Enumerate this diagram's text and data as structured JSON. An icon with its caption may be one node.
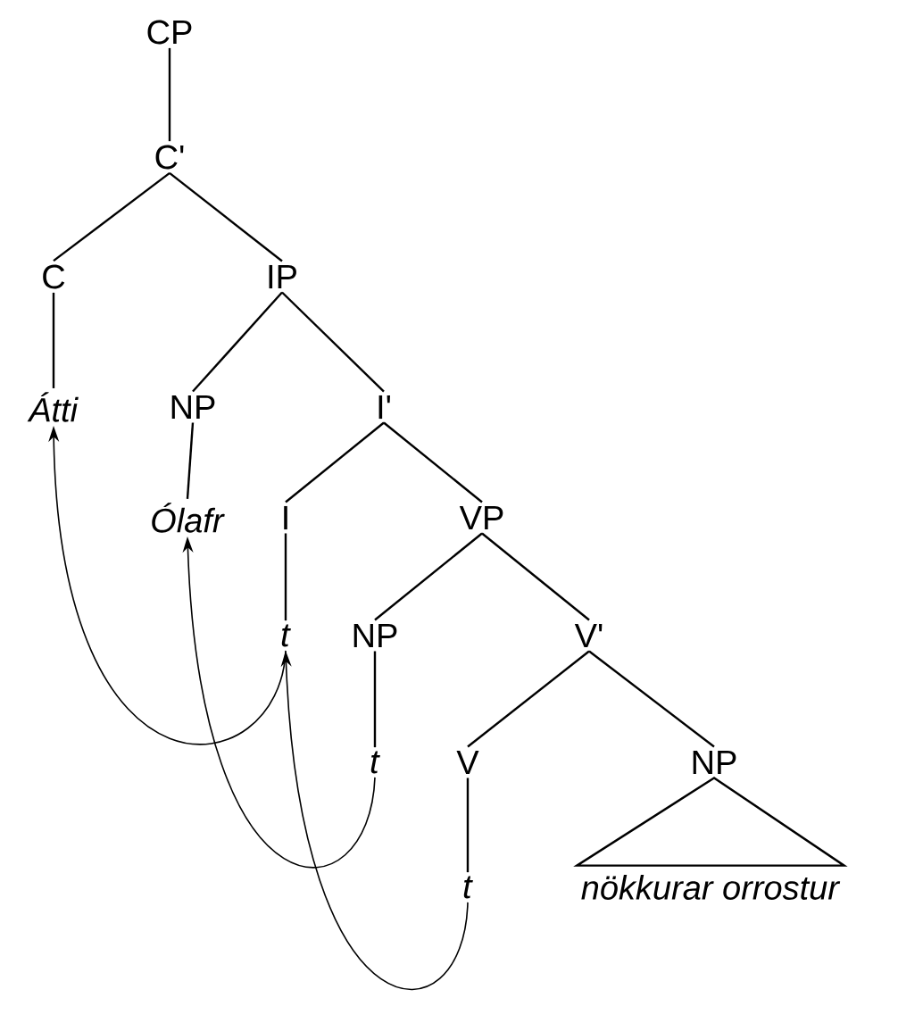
{
  "diagram": {
    "nodes": [
      {
        "text": [
          "CP"
        ]
      },
      {
        "text": [
          "C'"
        ]
      },
      {
        "text": [
          "C"
        ]
      },
      {
        "text": [
          "IP"
        ]
      },
      {
        "text": [
          "*Átti*"
        ]
      },
      {
        "text": [
          "NP"
        ]
      },
      {
        "text": [
          "I'"
        ]
      },
      {
        "text": [
          "*Ólafr*"
        ]
      },
      {
        "text": [
          "I"
        ]
      },
      {
        "text": [
          "VP"
        ]
      },
      {
        "text": [
          "*t*"
        ]
      },
      {
        "text": [
          "NP"
        ]
      },
      {
        "text": [
          "V'"
        ]
      },
      {
        "text": [
          "*t*"
        ]
      },
      {
        "text": [
          "V"
        ]
      },
      {
        "text": [
          "NP"
        ]
      },
      {
        "text": [
          "*t*"
        ]
      },
      {
        "text": [
          "*nökkurar orrostur*"
        ]
      }
    ],
    "edges": [
      {
        "from": 0,
        "to": 1,
        "arrow": "none"
      },
      {
        "from": 1,
        "to": 2,
        "arrow": "none"
      },
      {
        "from": 1,
        "to": 3,
        "arrow": "none"
      },
      {
        "from": 2,
        "to": 4,
        "arrow": "none"
      },
      {
        "from": 3,
        "to": 5,
        "arrow": "none"
      },
      {
        "from": 3,
        "to": 6,
        "arrow": "none"
      },
      {
        "from": 5,
        "to": 7,
        "arrow": "none"
      },
      {
        "from": 6,
        "to": 8,
        "arrow": "none"
      },
      {
        "from": 6,
        "to": 9,
        "arrow": "none"
      },
      {
        "from": 8,
        "to": 10,
        "arrow": "none"
      },
      {
        "from": 9,
        "to": 11,
        "arrow": "none"
      },
      {
        "from": 9,
        "to": 12,
        "arrow": "none"
      },
      {
        "from": 11,
        "to": 13,
        "arrow": "none"
      },
      {
        "from": 12,
        "to": 14,
        "arrow": "none"
      },
      {
        "from": 12,
        "to": 15,
        "arrow": "none"
      },
      {
        "from": 14,
        "to": 16,
        "arrow": "none"
      },
      {
        "from": 15,
        "to": 17,
        "arrow": "none"
      },
      {
        "from": 10,
        "to": 4,
        "arrow": "to"
      },
      {
        "from": 13,
        "to": 7,
        "arrow": "to"
      },
      {
        "from": 16,
        "to": 10,
        "arrow": "to"
      }
    ]
  }
}
